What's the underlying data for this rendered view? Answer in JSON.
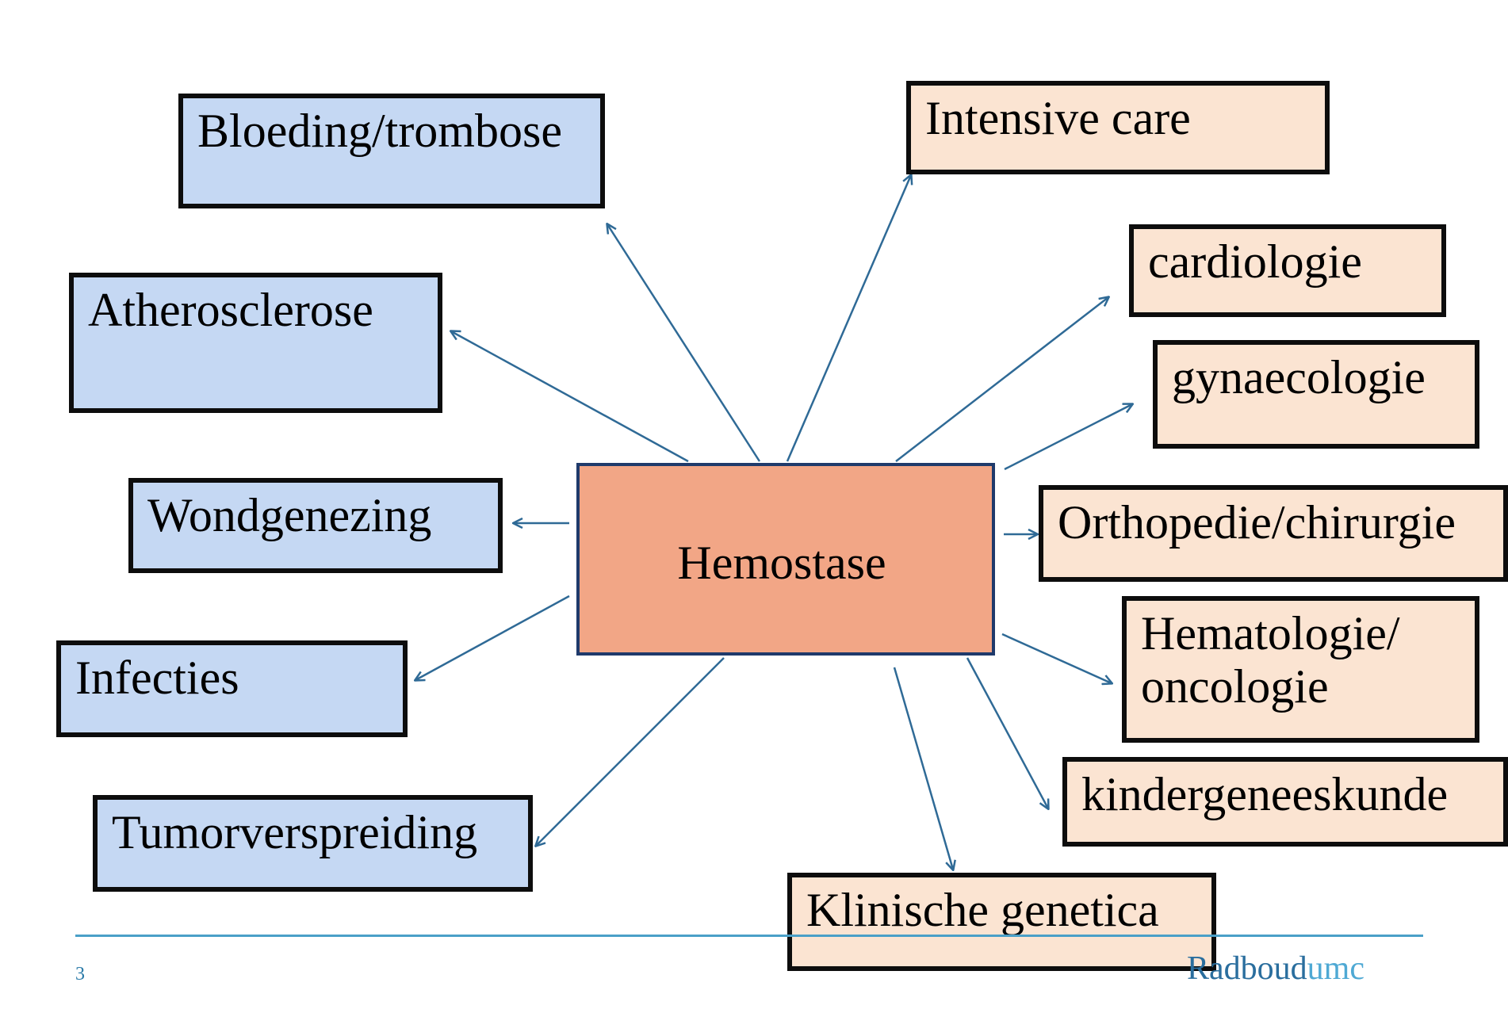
{
  "center": {
    "label": "Hemostase",
    "color": "#f2a686"
  },
  "left_topics": [
    {
      "id": "bloeding",
      "label": "Bloeding/trombose"
    },
    {
      "id": "athero",
      "label": "Atherosclerose"
    },
    {
      "id": "wond",
      "label": "Wondgenezing"
    },
    {
      "id": "infecties",
      "label": "Infecties"
    },
    {
      "id": "tumor",
      "label": "Tumorverspreiding"
    }
  ],
  "right_specialties": [
    {
      "id": "ic",
      "label": "Intensive care"
    },
    {
      "id": "cardio",
      "label": "cardiologie"
    },
    {
      "id": "gyn",
      "label": "gynaecologie"
    },
    {
      "id": "ortho",
      "label": "Orthopedie/chirurgie"
    },
    {
      "id": "hemato",
      "label": "Hematologie/ oncologie"
    },
    {
      "id": "kinder",
      "label": "kindergeneeskunde"
    },
    {
      "id": "klin",
      "label": "Klinische genetica"
    }
  ],
  "colors": {
    "left_fill": "#c5d8f3",
    "right_fill": "#fbe4d2",
    "arrow": "#2f6a96",
    "footer_line": "#4aa0c8"
  },
  "footer": {
    "page_number": "3",
    "logo_main": "Radboud",
    "logo_suffix": "umc"
  }
}
